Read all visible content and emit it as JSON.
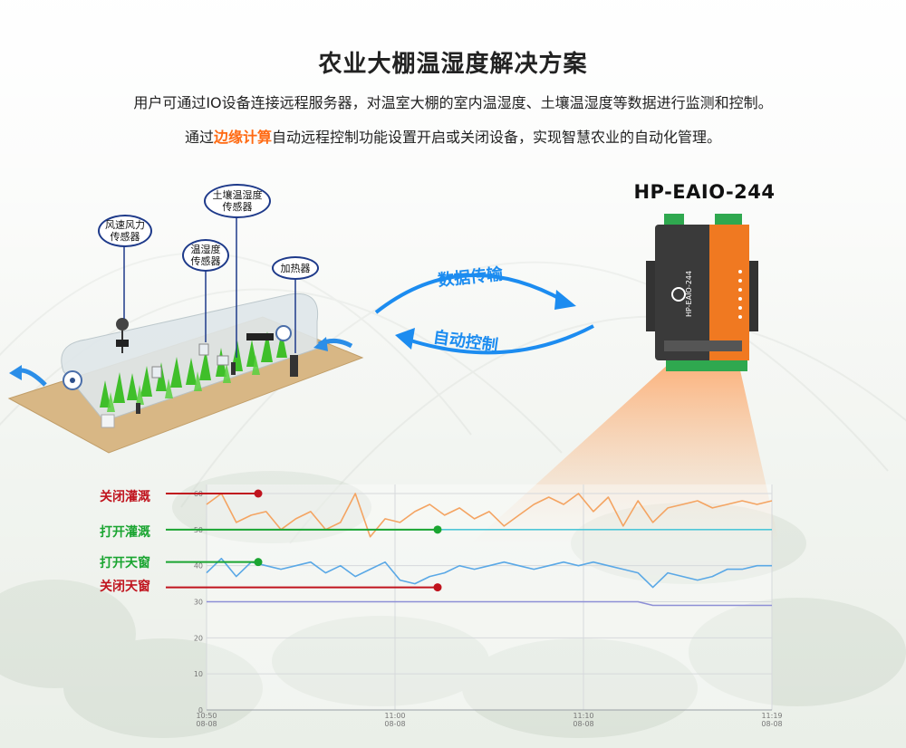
{
  "header": {
    "title": "农业大棚温湿度解决方案",
    "line1": "用户可通过IO设备连接远程服务器，对温室大棚的室内温湿度、土壤温湿度等数据进行监测和控制。",
    "line2_prefix": "通过",
    "line2_highlight": "边缘计算",
    "line2_suffix": "自动远程控制功能设置开启或关闭设备，实现智慧农业的自动化管理。"
  },
  "device": {
    "title": "HP-EAIO-244",
    "body_label": "HP-EAIO-244"
  },
  "sensors": [
    {
      "label_l1": "风速风力",
      "label_l2": "传感器"
    },
    {
      "label_l1": "土壤温湿度",
      "label_l2": "传感器"
    },
    {
      "label_l1": "温湿度",
      "label_l2": "传感器"
    },
    {
      "label_l1": "加热器",
      "label_l2": ""
    }
  ],
  "flows": {
    "upload": "数据传输",
    "control": "自动控制"
  },
  "events": [
    {
      "label": "关闭灌溉",
      "color": "#c0141e",
      "y_value": 60
    },
    {
      "label": "打开灌溉",
      "color": "#1aa531",
      "y_value": 50
    },
    {
      "label": "打开天窗",
      "color": "#1aa531",
      "y_value": 41
    },
    {
      "label": "关闭天窗",
      "color": "#c0141e",
      "y_value": 34
    }
  ],
  "colors": {
    "accent_orange": "#ff6a13",
    "flow_blue": "#1c8cf0",
    "series_orange": "#f4a462",
    "series_blue": "#5aa8e6",
    "series_cyan": "#4fc6d8",
    "series_purple": "#8d8fd6"
  },
  "chart_data": {
    "type": "line",
    "ylim": [
      0,
      60
    ],
    "y_ticks": [
      "0",
      "10",
      "20",
      "30",
      "40",
      "50",
      "60"
    ],
    "x_ticks": [
      {
        "time": "10:50",
        "date": "08-08"
      },
      {
        "time": "11:00",
        "date": "08-08"
      },
      {
        "time": "11:10",
        "date": "08-08"
      },
      {
        "time": "11:19",
        "date": "08-08"
      }
    ],
    "series": [
      {
        "color": "#f4a462",
        "values": [
          57,
          60,
          52,
          54,
          55,
          50,
          53,
          55,
          50,
          52,
          60,
          48,
          53,
          52,
          55,
          57,
          54,
          56,
          53,
          55,
          51,
          54,
          57,
          59,
          57,
          60,
          55,
          59,
          51,
          58,
          52,
          56,
          57,
          58,
          56,
          57,
          58,
          57,
          58
        ]
      },
      {
        "color": "#4fc6d8",
        "values": [
          50,
          50,
          50,
          50,
          50,
          50,
          50,
          50,
          50,
          50,
          50,
          50,
          50,
          50,
          50,
          50,
          50,
          50,
          50,
          50,
          50,
          50,
          50,
          50,
          50,
          50,
          50,
          50,
          50,
          50,
          50,
          50,
          50,
          50,
          50,
          50,
          50,
          50,
          50
        ]
      },
      {
        "color": "#5aa8e6",
        "values": [
          38,
          42,
          37,
          41,
          40,
          39,
          40,
          41,
          38,
          40,
          37,
          39,
          41,
          36,
          35,
          37,
          38,
          40,
          39,
          40,
          41,
          40,
          39,
          40,
          41,
          40,
          41,
          40,
          39,
          38,
          34,
          38,
          37,
          36,
          37,
          39,
          39,
          40,
          40
        ]
      },
      {
        "color": "#8d8fd6",
        "values": [
          30,
          30,
          30,
          30,
          30,
          30,
          30,
          30,
          30,
          30,
          30,
          30,
          30,
          30,
          30,
          30,
          30,
          30,
          30,
          30,
          30,
          30,
          30,
          30,
          30,
          30,
          30,
          30,
          30,
          30,
          29,
          29,
          29,
          29,
          29,
          29,
          29,
          29,
          29
        ]
      }
    ]
  }
}
